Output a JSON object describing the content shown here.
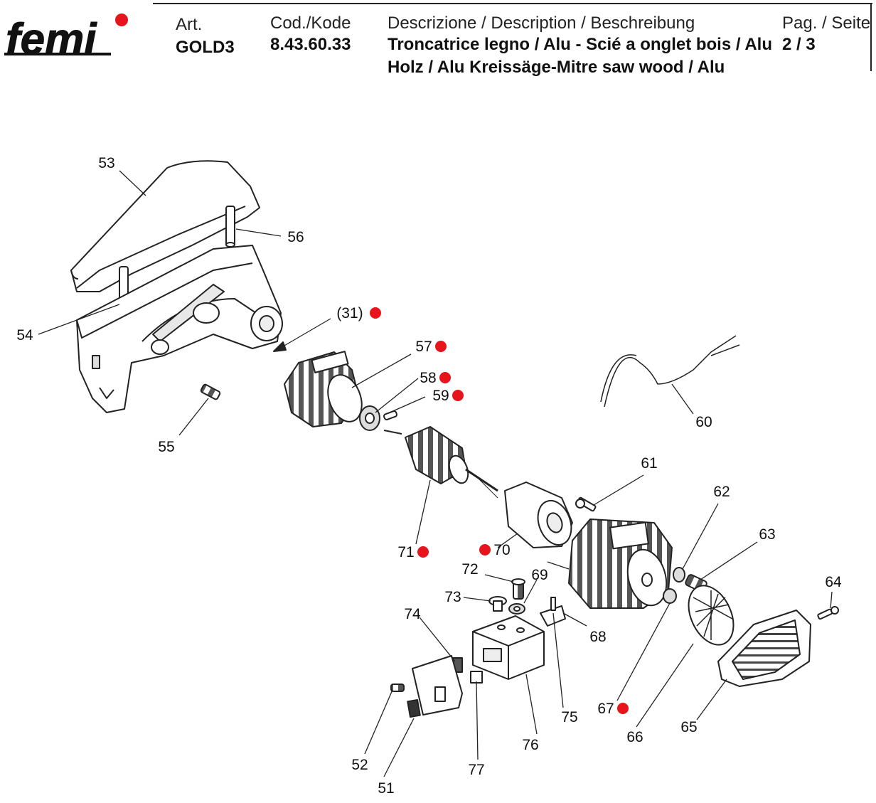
{
  "header": {
    "logo_text": "femi",
    "art_label": "Art.",
    "art_value": "GOLD3",
    "code_label": "Cod./Kode",
    "code_value": "8.43.60.33",
    "desc_label": "Descrizione / Description / Beschreibung",
    "desc_line1": "Troncatrice legno / Alu - Scié a onglet bois / Alu",
    "desc_line2": "Holz / Alu Kreissäge-Mitre saw wood / Alu",
    "page_label": "Pag. / Seite",
    "page_value": "2 / 3"
  },
  "colors": {
    "marker": "#e8141b",
    "line": "#222222",
    "accent": "#e8141b"
  },
  "parts": [
    {
      "id": "53",
      "label": "53",
      "marked": false
    },
    {
      "id": "56",
      "label": "56",
      "marked": false
    },
    {
      "id": "54",
      "label": "54",
      "marked": false
    },
    {
      "id": "55",
      "label": "55",
      "marked": false
    },
    {
      "id": "31",
      "label": "(31)",
      "marked": true
    },
    {
      "id": "57",
      "label": "57",
      "marked": true
    },
    {
      "id": "58",
      "label": "58",
      "marked": true
    },
    {
      "id": "59",
      "label": "59",
      "marked": true
    },
    {
      "id": "60",
      "label": "60",
      "marked": false
    },
    {
      "id": "61",
      "label": "61",
      "marked": false
    },
    {
      "id": "62",
      "label": "62",
      "marked": false
    },
    {
      "id": "63",
      "label": "63",
      "marked": false
    },
    {
      "id": "64",
      "label": "64",
      "marked": false
    },
    {
      "id": "65",
      "label": "65",
      "marked": false
    },
    {
      "id": "66",
      "label": "66",
      "marked": false
    },
    {
      "id": "67",
      "label": "67",
      "marked": true
    },
    {
      "id": "68",
      "label": "68",
      "marked": false
    },
    {
      "id": "69",
      "label": "69",
      "marked": false
    },
    {
      "id": "70",
      "label": "70",
      "marked": true
    },
    {
      "id": "71",
      "label": "71",
      "marked": true
    },
    {
      "id": "72",
      "label": "72",
      "marked": false
    },
    {
      "id": "73",
      "label": "73",
      "marked": false
    },
    {
      "id": "74",
      "label": "74",
      "marked": false
    },
    {
      "id": "75",
      "label": "75",
      "marked": false
    },
    {
      "id": "76",
      "label": "76",
      "marked": false
    },
    {
      "id": "77",
      "label": "77",
      "marked": false
    },
    {
      "id": "51",
      "label": "51",
      "marked": false
    },
    {
      "id": "52",
      "label": "52",
      "marked": false
    }
  ]
}
